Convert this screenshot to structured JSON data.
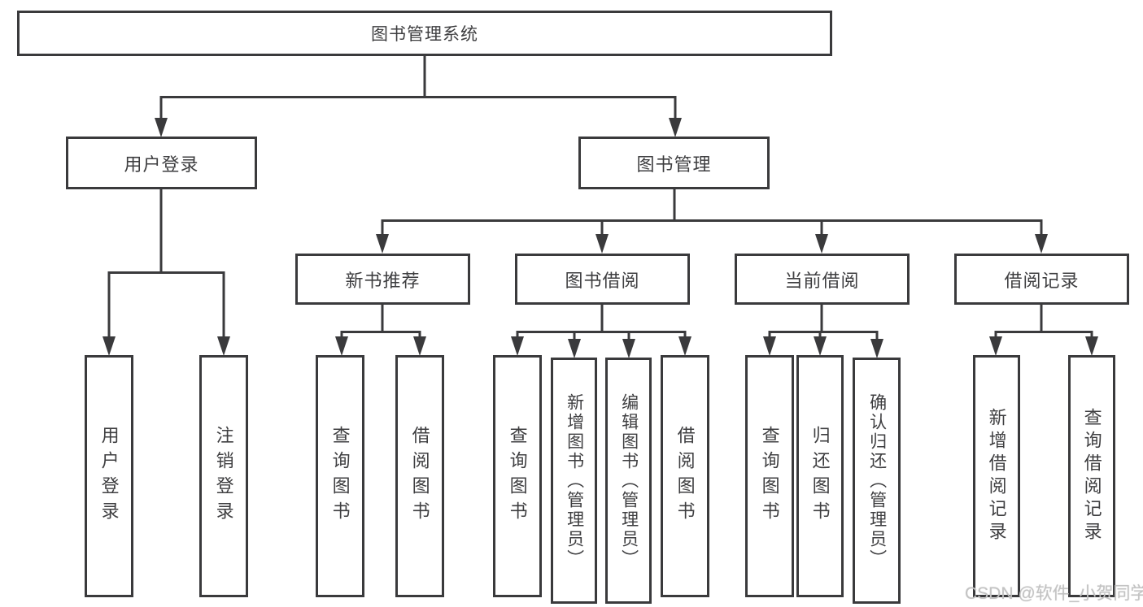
{
  "diagram": {
    "root": "图书管理系统",
    "level2": [
      "用户登录",
      "图书管理"
    ],
    "level3": [
      "新书推荐",
      "图书借阅",
      "当前借阅",
      "借阅记录"
    ],
    "leaves_user_login": [
      "用户登录",
      "注销登录"
    ],
    "leaves_new_books": [
      "查询图书",
      "借阅图书"
    ],
    "leaves_book_borrow": [
      "查询图书",
      "新增图书（管理员）",
      "编辑图书（管理员）",
      "借阅图书"
    ],
    "leaves_current_borrow": [
      "查询图书",
      "归还图书",
      "确认归还（管理员）"
    ],
    "leaves_borrow_records": [
      "新增借阅记录",
      "查询借阅记录"
    ]
  },
  "watermark": {
    "text": "CSDN @软件_小贺同学"
  },
  "colors": {
    "line": "#3a3a3c",
    "text": "#3e3e40",
    "watermark": "#c3c3c3",
    "background": "#ffffff"
  }
}
